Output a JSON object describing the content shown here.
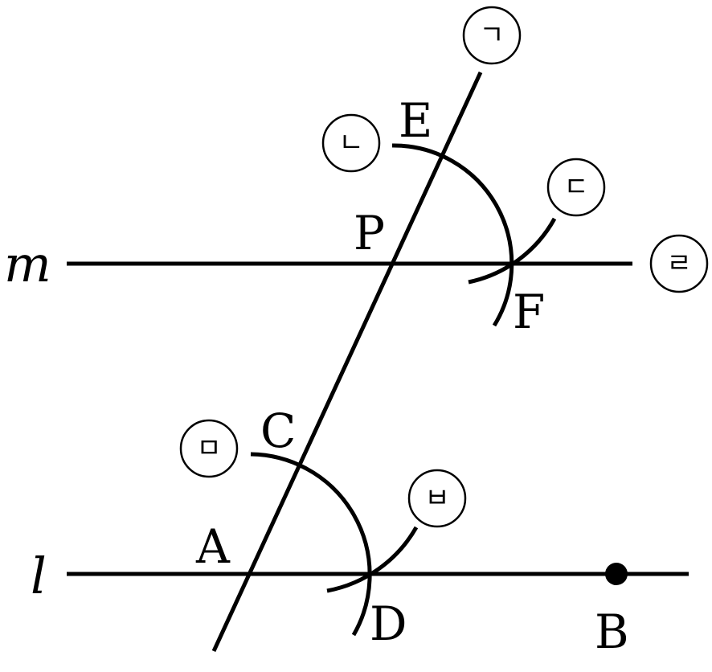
{
  "points": {
    "E": "E",
    "P": "P",
    "F": "F",
    "C": "C",
    "A": "A",
    "D": "D",
    "B": "B"
  },
  "lines": {
    "m": "m",
    "l": "l"
  },
  "steps": [
    "ㄱ",
    "ㄴ",
    "ㄷ",
    "ㄹ",
    "ㅁ",
    "ㅂ"
  ]
}
